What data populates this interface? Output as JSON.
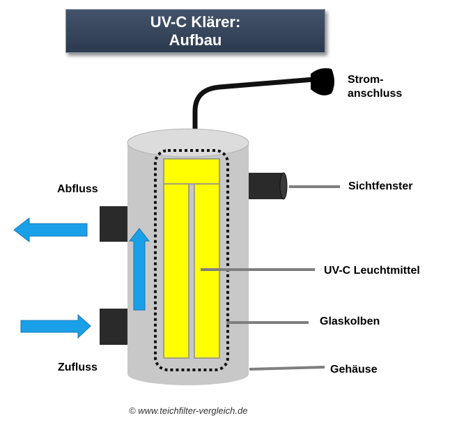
{
  "title": {
    "line1": "UV-C Klärer:",
    "line2": "Aufbau"
  },
  "labels": {
    "strom_line1": "Strom-",
    "strom_line2": "anschluss",
    "sichtfenster": "Sichtfenster",
    "uvc_leuchtmittel": "UV-C Leuchtmittel",
    "glaskolben": "Glaskolben",
    "gehaeuse": "Gehäuse",
    "abfluss": "Abfluss",
    "zufluss": "Zufluss"
  },
  "footer": {
    "copyright": "© www.teichfilter-vergleich.de"
  },
  "colors": {
    "housing": "#c8c8c8",
    "housing_top": "#dcdcdc",
    "lamp": "#ffff00",
    "arrow": "#1aa0e8",
    "port": "#2a2a2a",
    "leader": "#7f7f7f",
    "title_bg": "#3a485e"
  }
}
